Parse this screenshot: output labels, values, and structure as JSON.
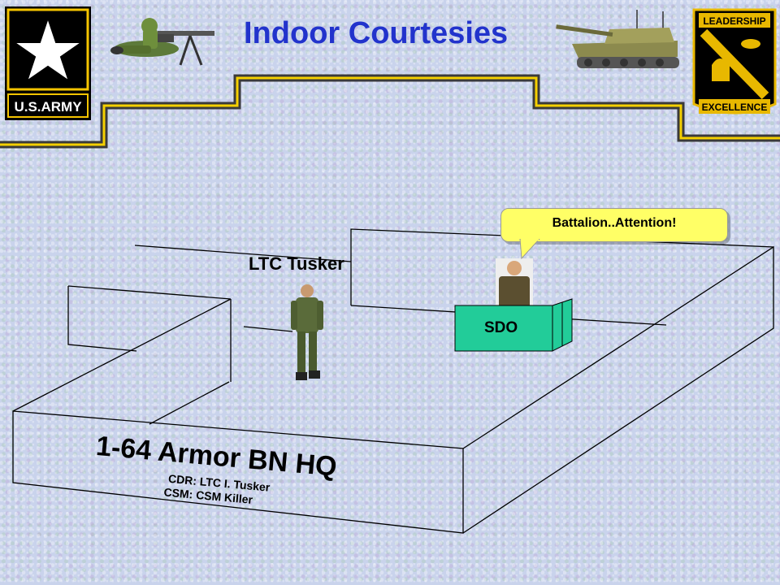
{
  "slide": {
    "title": "Indoor Courtesies"
  },
  "logos": {
    "left": {
      "text": "U.S.ARMY",
      "colors": {
        "bg": "#000000",
        "gold": "#f5c400"
      }
    },
    "right": {
      "text_top": "LEADERSHIP",
      "text_bottom": "EXCELLENCE",
      "colors": {
        "bg": "#000000",
        "gold": "#e8b800"
      }
    }
  },
  "scene": {
    "officer_label": "LTC Tusker",
    "desk_label": "SDO",
    "speech_bubble": "Battalion..Attention!",
    "building": {
      "name": "1-64 Armor BN HQ",
      "commander": "CDR: LTC I. Tusker",
      "sergeant_major": "CSM: CSM Killer"
    }
  },
  "colors": {
    "title": "#2233cc",
    "header_border": "#3a3a3a",
    "header_accent": "#f5d000",
    "desk": "#22cc99",
    "bubble": "#ffff66"
  }
}
